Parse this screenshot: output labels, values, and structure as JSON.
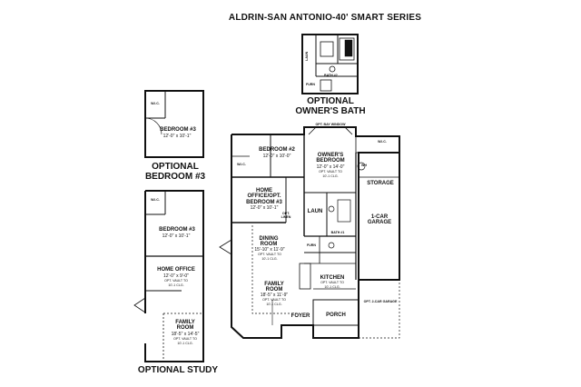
{
  "title": "ALDRIN-SAN ANTONIO-40' SMART SERIES",
  "sections": {
    "owners_bath": {
      "caption_line1": "OPTIONAL",
      "caption_line2": "OWNER'S BATH",
      "rooms": {
        "bath2": "BATH #2",
        "laun": "LAUN",
        "furn": "FURN"
      }
    },
    "bedroom3": {
      "caption_line1": "OPTIONAL",
      "caption_line2": "BEDROOM #3",
      "room": "BEDROOM #3",
      "dim": "12'-0\" x 10'-1\"",
      "wic": "W.I.C."
    },
    "study": {
      "caption": "OPTIONAL STUDY",
      "wic": "W.I.C.",
      "bedroom": {
        "name": "BEDROOM #3",
        "dim": "12'-0\" x 10'-1\""
      },
      "office": {
        "name": "HOME OFFICE",
        "dim": "12'-0\" x 9'-0\"",
        "note1": "OPT. VAULT TO",
        "note2": "10'-1 CLG."
      },
      "family": {
        "name1": "FAMILY",
        "name2": "ROOM",
        "dim": "18'-5\" x 14'-5\"",
        "note1": "OPT. VAULT TO",
        "note2": "10'-1 CLG."
      }
    },
    "main": {
      "bay_window": "OPT. BAY WINDOW",
      "bedroom2": {
        "name": "BEDROOM #2",
        "dim": "12'-0\" x 10'-0\""
      },
      "owners": {
        "name1": "OWNER'S",
        "name2": "BEDROOM",
        "dim": "12'-0\" x 14'-0\"",
        "note1": "OPT. VAULT TO",
        "note2": "10'-1 CLG."
      },
      "office": {
        "name1": "HOME",
        "name2": "OFFICE/OPT.",
        "name3": "BEDROOM #3",
        "dim": "12'-0\" x 10'-1\""
      },
      "dining": {
        "name1": "DINING",
        "name2": "ROOM",
        "dim": "15'-10\" x 11'-9\"",
        "note1": "OPT. VAULT TO",
        "note2": "10'-1 CLG."
      },
      "family": {
        "name1": "FAMILY",
        "name2": "ROOM",
        "dim": "18'-5\" x 11'-9\"",
        "note1": "OPT. VAULT TO",
        "note2": "10'-1 CLG."
      },
      "kitchen": {
        "name": "KITCHEN",
        "note1": "OPT. VAULT TO",
        "note2": "10'-1 CLG."
      },
      "storage": "STORAGE",
      "garage": {
        "name1": "1-CAR",
        "name2": "GARAGE"
      },
      "bath1": "BATH #1",
      "laun": "LAUN",
      "furn": "FURN",
      "wh": "WH",
      "foyer": "FOYER",
      "porch": "PORCH",
      "opt_garage": "OPT. 2-CAR GARAGE",
      "wic": "W.I.C.",
      "opt_linen": "OPT. LINEN"
    }
  }
}
